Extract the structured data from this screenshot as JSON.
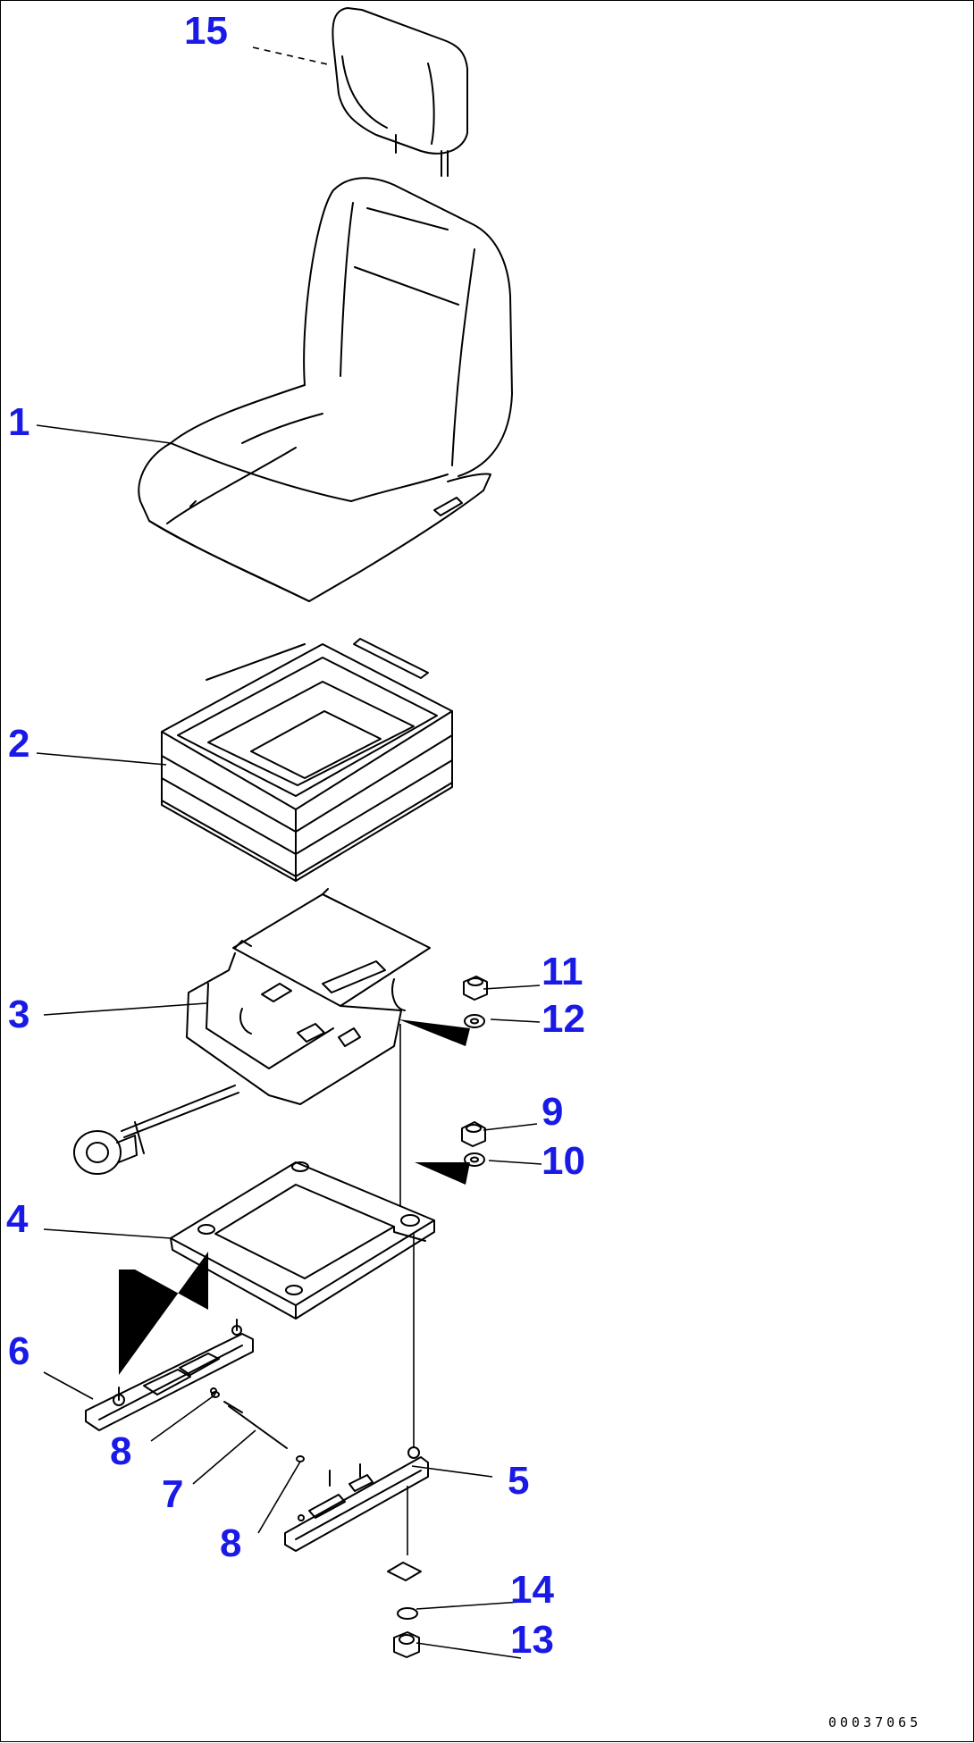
{
  "diagram": {
    "callout_color": "#1a1ae6",
    "line_color": "#000000",
    "callouts": [
      "15",
      "1",
      "2",
      "3",
      "4",
      "5",
      "6",
      "7",
      "8",
      "8",
      "9",
      "10",
      "11",
      "12",
      "13",
      "14"
    ],
    "drawing_code": "00037065"
  }
}
